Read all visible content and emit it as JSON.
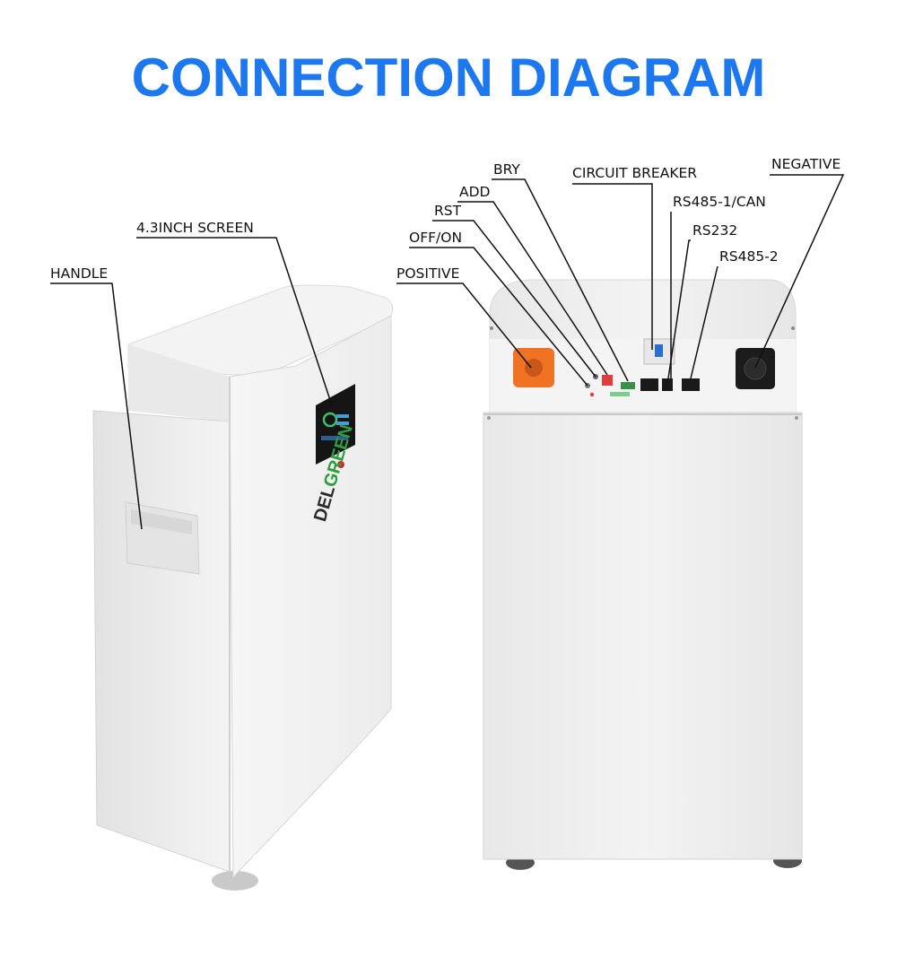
{
  "title": "CONNECTION DIAGRAM",
  "logo": {
    "part1": "DEL",
    "part2": "GREEN"
  },
  "colors": {
    "title": "#1d77ee",
    "positive_terminal": "#f07324",
    "body": "#f1f1f1"
  },
  "labels": {
    "handle": "HANDLE",
    "screen": "4.3INCH SCREEN",
    "positive": "POSITIVE",
    "off_on": "OFF/ON",
    "rst": "RST",
    "add": "ADD",
    "bry": "BRY",
    "circuit_breaker": "CIRCUIT BREAKER",
    "rs485_1_can": "RS485-1/CAN",
    "rs232": "RS232",
    "rs485_2": "RS485-2",
    "negative": "NEGATIVE"
  }
}
